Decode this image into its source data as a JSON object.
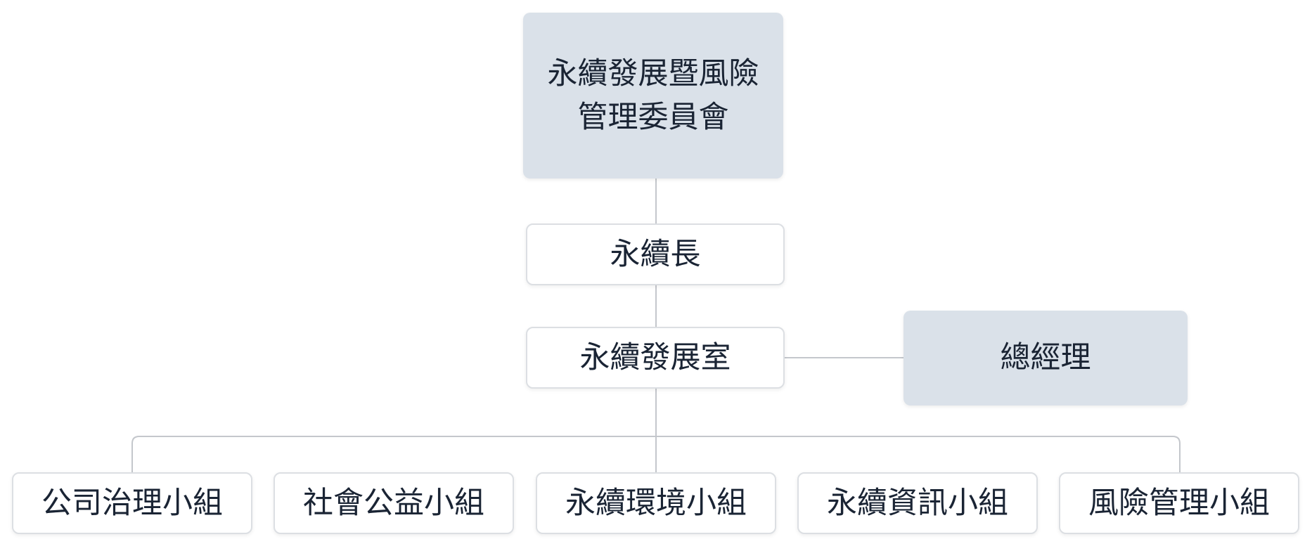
{
  "org_chart": {
    "committee": {
      "line1": "永續發展暨風險",
      "line2": "管理委員會"
    },
    "chief_sustainability_officer": "永續長",
    "sustainability_office": "永續發展室",
    "general_manager": "總經理",
    "groups": [
      "公司治理小組",
      "社會公益小組",
      "永續環境小組",
      "永續資訊小組",
      "風險管理小組"
    ],
    "colors": {
      "shaded_box": "#dae1e9",
      "white_box": "#ffffff",
      "border": "#dcdfe3",
      "connector": "#c4c7cc",
      "text": "#1a2434"
    }
  }
}
